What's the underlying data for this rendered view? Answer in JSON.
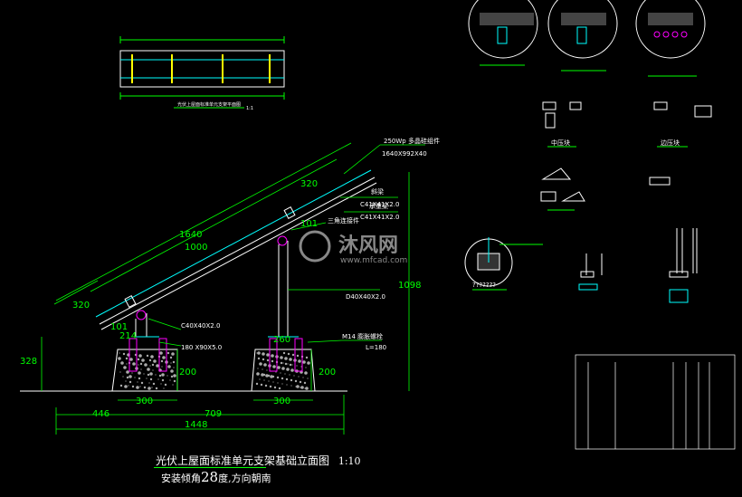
{
  "drawing": {
    "main_title": "光伏上屋面标准单元支架基础立面图",
    "main_scale": "1:10",
    "angle_prefix": "安装倾角",
    "angle_value": "28",
    "angle_suffix": "度,方向朝南",
    "plan_title": "光伏上屋面标准单元支架平面图",
    "plan_scale": "1:1"
  },
  "callouts": {
    "module_spec": "250Wp 多晶硅组件",
    "module_size": "1640X992X40",
    "purlin1": "C41X41X2.0",
    "purlin2": "C41X41X2.0",
    "front_post": "C40X40X2.0",
    "base_plate": "180 X90X5.0",
    "rear_post": "D40X40X2.0",
    "anchor": "M14 膨胀螺栓",
    "anchor_len": "L=180",
    "triangle_conn": "三角连接件",
    "label_xielian": "斜梁",
    "label_chengliang": "承重梁"
  },
  "dimensions": {
    "d1640": "1640",
    "d1000": "1000",
    "d320a": "320",
    "d320b": "320",
    "d101a": "101",
    "d101b": "101",
    "d214": "214",
    "d328": "328",
    "d200a": "200",
    "d200b": "200",
    "d300a": "300",
    "d300b": "300",
    "d446": "446",
    "d709": "709",
    "d1448": "1448",
    "d1098": "1098",
    "d260": "260"
  },
  "details": {
    "middle_clamp": "中压块",
    "edge_clamp": "边压块",
    "anchor_label": "???????"
  },
  "colors": {
    "structure": "#ffffff",
    "dimension": "#00ff00",
    "callout": "#00ff00",
    "steel": "#00ffff",
    "accent": "#ff00ff",
    "concrete": "#ffffff",
    "watermark": "#7f7f7f"
  },
  "watermark": {
    "brand": "沐风网",
    "url": "www.mfcad.com"
  }
}
